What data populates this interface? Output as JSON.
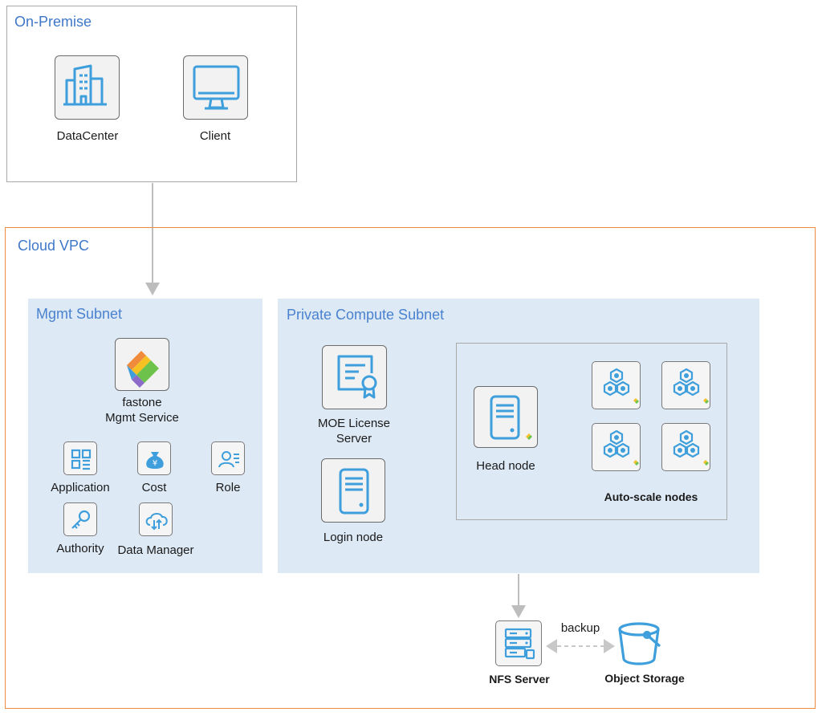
{
  "on_premise": {
    "title": "On-Premise",
    "datacenter_label": "DataCenter",
    "client_label": "Client"
  },
  "cloud_vpc": {
    "title": "Cloud VPC"
  },
  "mgmt_subnet": {
    "title": "Mgmt Subnet",
    "service_label_line1": "fastone",
    "service_label_line2": "Mgmt Service",
    "items": [
      {
        "label": "Application",
        "icon": "grid-icon"
      },
      {
        "label": "Cost",
        "icon": "money-bag-icon"
      },
      {
        "label": "Role",
        "icon": "user-role-icon"
      },
      {
        "label": "Authority",
        "icon": "key-icon"
      },
      {
        "label": "Data Manager",
        "icon": "cloud-transfer-icon"
      }
    ]
  },
  "compute_subnet": {
    "title": "Private Compute Subnet",
    "license_label_line1": "MOE License",
    "license_label_line2": "Server",
    "login_label": "Login node",
    "head_label": "Head node",
    "autoscale_label": "Auto-scale nodes"
  },
  "storage": {
    "nfs_label": "NFS Server",
    "object_label": "Object Storage",
    "backup_label": "backup"
  },
  "colors": {
    "accent_blue": "#3f78c8",
    "icon_blue": "#3e9fdc",
    "cloud_border": "#f08a3c",
    "subnet_fill": "#dde9f5"
  }
}
